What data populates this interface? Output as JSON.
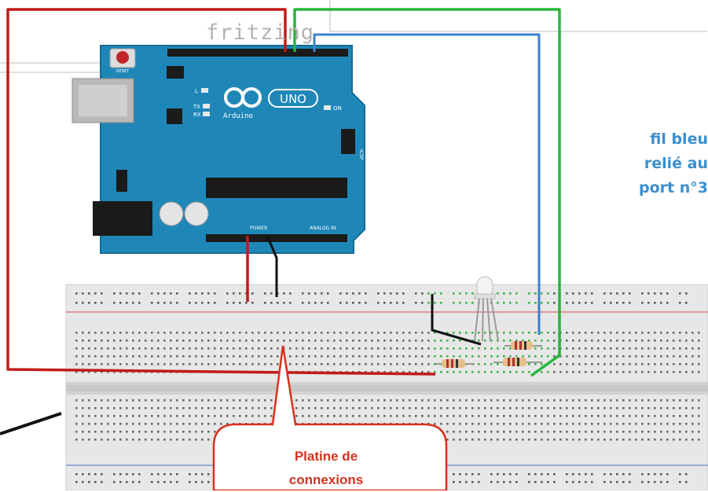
{
  "watermark": "fritzing",
  "arduino": {
    "reset_label": "RESET",
    "logo_text": "UNO",
    "brand": "Arduino",
    "tx_label": "TX",
    "rx_label": "RX",
    "l_label": "L",
    "on_label": "ON",
    "icsp_label": "ICSP",
    "power_label": "POWER",
    "analog_label": "ANALOG IN"
  },
  "annotations": {
    "blue_wire_lines": [
      "fil bleu",
      "relié au",
      "port n°3"
    ],
    "callout_lines": [
      "Platine de",
      "connexions"
    ]
  },
  "colors": {
    "board": "#1f87b8",
    "wire_red": "#c21a1a",
    "wire_green": "#26b63c",
    "wire_blue": "#3a80d0",
    "wire_black": "#111111",
    "breadboard": "#e6e6e6",
    "callout_border": "#d8311e",
    "annotation_blue": "#3a8fd0"
  }
}
